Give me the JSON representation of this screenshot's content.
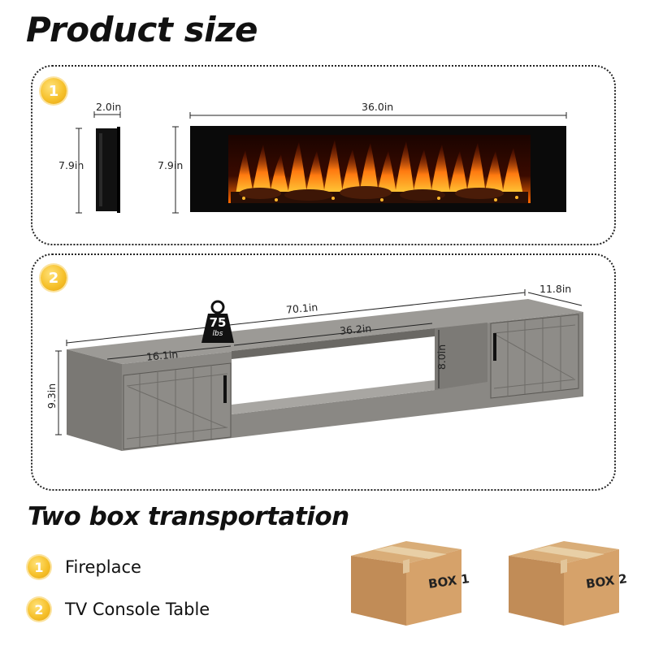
{
  "title": "Product size",
  "sections": [
    {
      "number": "1",
      "dimensions": {
        "depth": "2.0in",
        "side_height": "7.9in",
        "front_height": "7.9in",
        "width": "36.0in"
      }
    },
    {
      "number": "2",
      "dimensions": {
        "total_width": "70.1in",
        "depth": "11.8in",
        "height": "9.3in",
        "cabinet_width": "16.1in",
        "opening_width": "36.2in",
        "opening_height": "8.0in"
      },
      "weight": {
        "value": "75",
        "unit": "lbs"
      }
    }
  ],
  "transport": {
    "title": "Two box transportation",
    "items": [
      {
        "number": "1",
        "label": "Fireplace"
      },
      {
        "number": "2",
        "label": "TV Console Table"
      }
    ],
    "boxes": [
      {
        "label": "BOX 1"
      },
      {
        "label": "BOX 2"
      }
    ]
  },
  "colors": {
    "badge": "#f6c12c",
    "wood": "#8a8a86",
    "box": "#c89660",
    "flame": "#ff7a10"
  }
}
